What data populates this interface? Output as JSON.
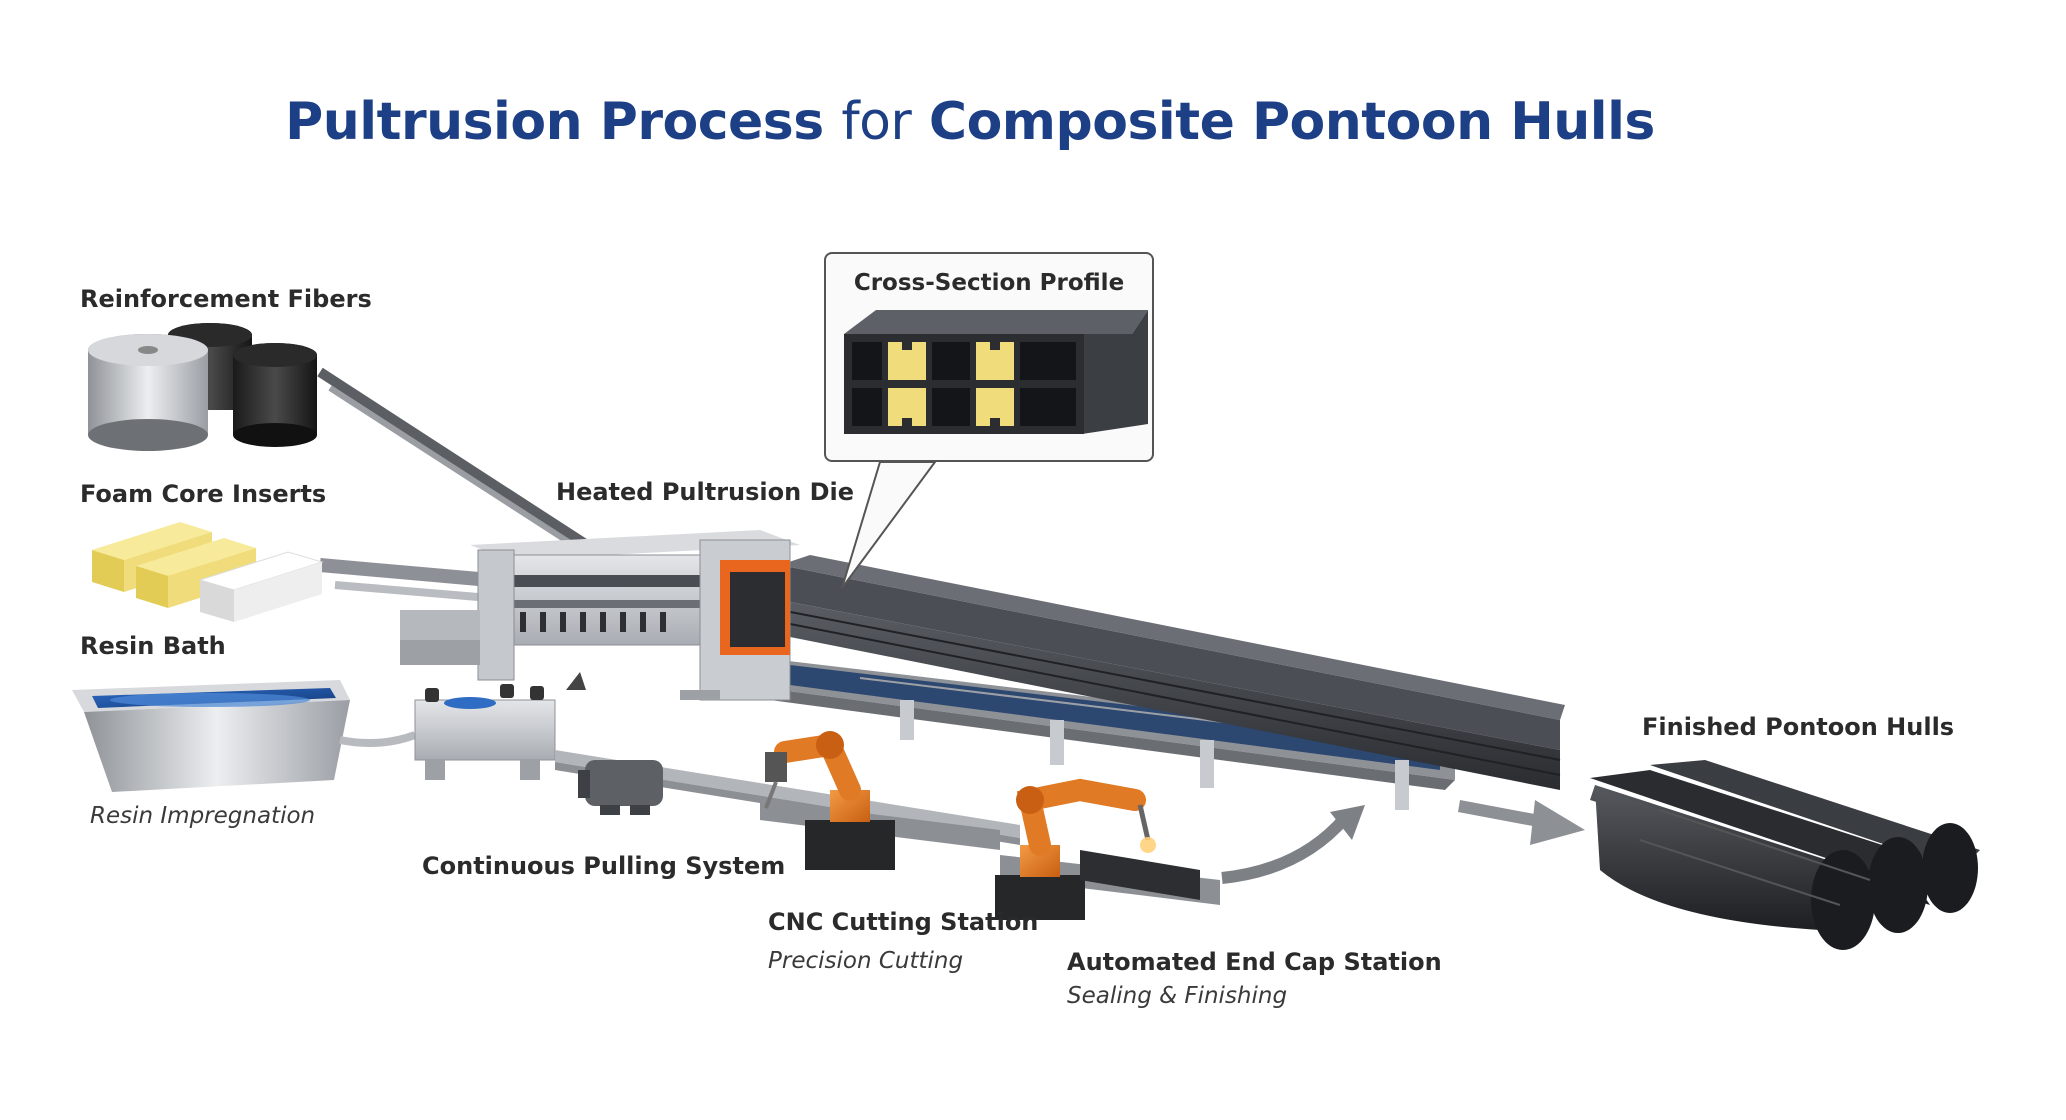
{
  "title": {
    "part1": "Pultrusion Process",
    "part2": "for",
    "part3": "Composite Pontoon Hulls"
  },
  "labels": {
    "reinforcement_fibers": "Reinforcement Fibers",
    "foam_core_inserts": "Foam Core Inserts",
    "resin_bath": "Resin Bath",
    "resin_impregnation": "Resin Impregnation",
    "heated_die": "Heated Pultrusion Die",
    "cross_section": "Cross-Section Profile",
    "pulling_system": "Continuous Pulling System",
    "cnc_station": "CNC Cutting Station",
    "cnc_sub": "Precision Cutting",
    "end_cap_station": "Automated End Cap Station",
    "end_cap_sub": "Sealing & Finishing",
    "finished_hulls": "Finished Pontoon Hulls"
  },
  "colors": {
    "title": "#1c3f85",
    "robot": "#e07a25",
    "profile": "#3a3d42",
    "foam": "#f0dc7a",
    "resin": "#1f4f9a",
    "steel": "#c9cbcf",
    "heat": "#e8661e"
  }
}
